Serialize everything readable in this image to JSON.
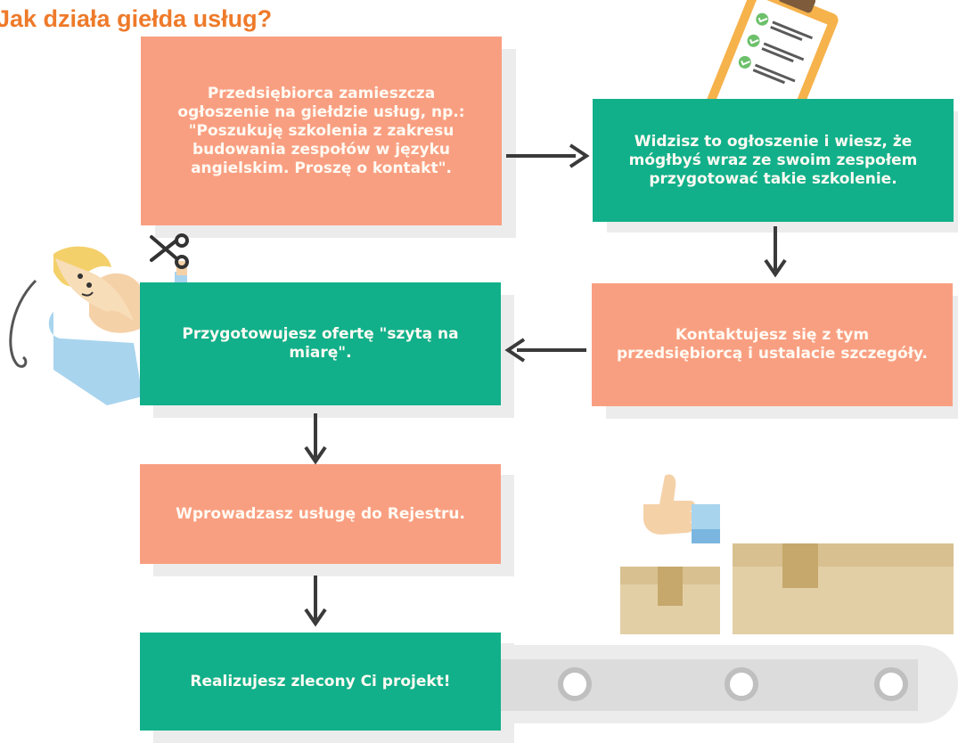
{
  "title": "Jak działa giełda usług?",
  "colors": {
    "title": "#ee7a2a",
    "salmon": "#f99f81",
    "teal": "#11b08a",
    "arrow": "#3a3a3a",
    "box_text": "#fffaf3",
    "belt": "#e9e9e9",
    "cardboard": "#e3cfa5",
    "tape": "#c6a86c"
  },
  "steps": [
    {
      "text": "Przedsiębiorca zamieszcza ogłoszenie na giełdzie usług, np.: \"Poszukuję szkolenia z zakresu budowania zespołów w języku angielskim. Proszę o kontakt\".",
      "color": "salmon"
    },
    {
      "text": "Widzisz to ogłoszenie i wiesz, że mógłbyś wraz ze swoim zespołem przygotować takie szkolenie.",
      "color": "teal"
    },
    {
      "text": "Kontaktujesz się z tym przedsiębiorcą i ustalacie szczegóły.",
      "color": "salmon"
    },
    {
      "text": "Przygotowujesz ofertę \"szytą na miarę\".",
      "color": "teal"
    },
    {
      "text": "Wprowadzasz usługę do Rejestru.",
      "color": "salmon"
    },
    {
      "text": "Realizujesz zlecony Ci projekt!",
      "color": "teal"
    }
  ],
  "icons": {
    "clipboard": "clipboard-checklist-icon",
    "scissors": "scissors-icon",
    "person": "person-peeking-illustration",
    "thumbs_up": "thumbs-up-icon",
    "boxes": "cardboard-boxes-illustration",
    "conveyor": "conveyor-belt-illustration"
  }
}
